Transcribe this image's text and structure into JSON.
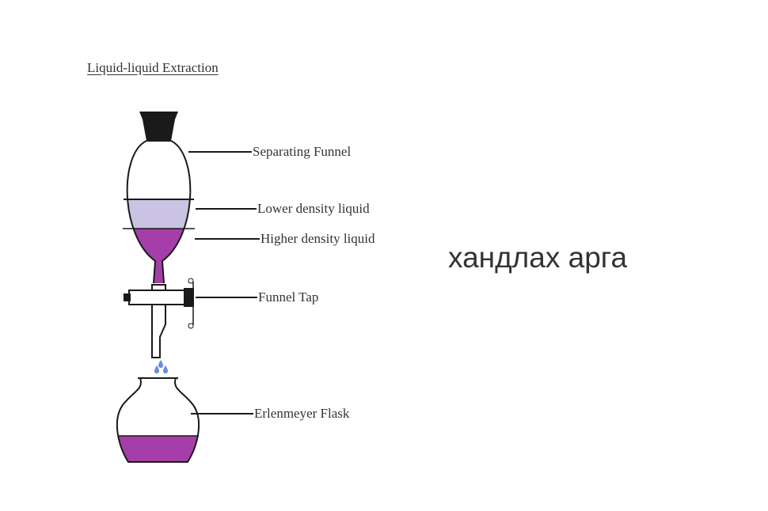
{
  "diagram": {
    "title": "Liquid-liquid Extraction",
    "labels": {
      "separating_funnel": "Separating Funnel",
      "lower_density_liquid": "Lower density liquid",
      "higher_density_liquid": "Higher density liquid",
      "funnel_tap": "Funnel Tap",
      "erlenmeyer_flask": "Erlenmeyer Flask"
    },
    "colors": {
      "lower_density_liquid": "#cbc3e3",
      "higher_density_liquid": "#a53ea8",
      "stopper": "#1a1a1a",
      "outline": "#1a1a1a",
      "drops": "#6a8fd8"
    }
  },
  "caption": "хандлах арга"
}
